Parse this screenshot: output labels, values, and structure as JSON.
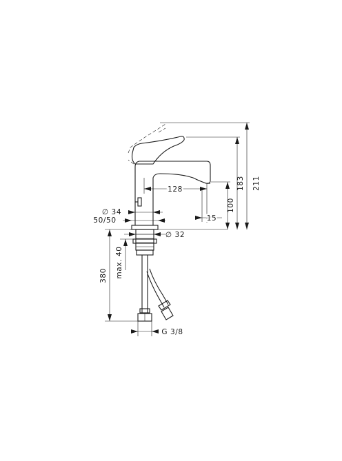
{
  "dimensions": {
    "spout_reach": "128",
    "total_height": "211",
    "spout_height": "183",
    "outlet_height": "100",
    "outlet_offset": "15",
    "base_diameter": "∅ 34",
    "hole_diameter": "∅ 32",
    "range": "50/50",
    "hose_length": "380",
    "deck_thickness": "max. 40",
    "connection": "G 3/8"
  }
}
